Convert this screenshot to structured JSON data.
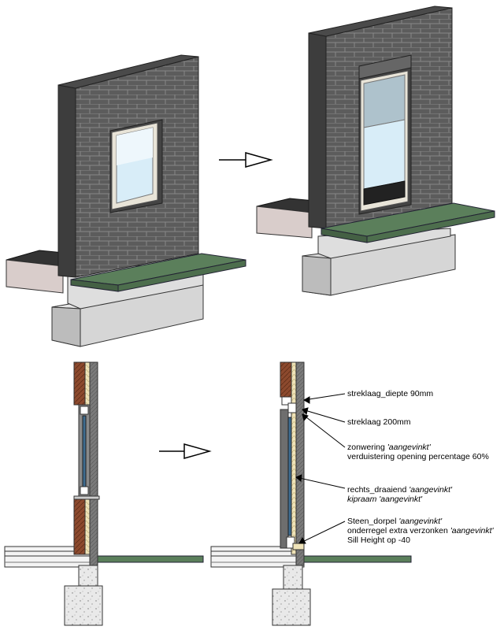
{
  "annotations": {
    "a1": {
      "text": "streklaag_diepte 90mm"
    },
    "a2": {
      "text": "streklaag 200mm"
    },
    "a3": {
      "line1_plain": "zonwering ",
      "line1_italic": "'aangevinkt'",
      "line2": "verduistering opening percentage 60%"
    },
    "a4": {
      "line1_plain": "rechts_draaiend ",
      "line1_italic": "'aangevinkt'",
      "line2_plain": "kipraam ",
      "line2_italic": "'aangevinkt'"
    },
    "a5": {
      "line1_plain": "Steen_dorpel ",
      "line1_italic": "'aangevinkt'",
      "line2_plain": "onderregel extra verzonken ",
      "line2_italic": "'aangevinkt'",
      "line3": "Sill Height op -40"
    }
  },
  "colors": {
    "brick_front": "#5c5c5c",
    "brick_side": "#3d3d3d",
    "mortar": "#8a8a8a",
    "green_slab": "#5b7f5b",
    "green_slab_edge": "#446044",
    "concrete": "#d6d6d6",
    "concrete_dark": "#bcbcbc",
    "glass": "#d8edf8",
    "brick_section": "#8c4a2e"
  }
}
